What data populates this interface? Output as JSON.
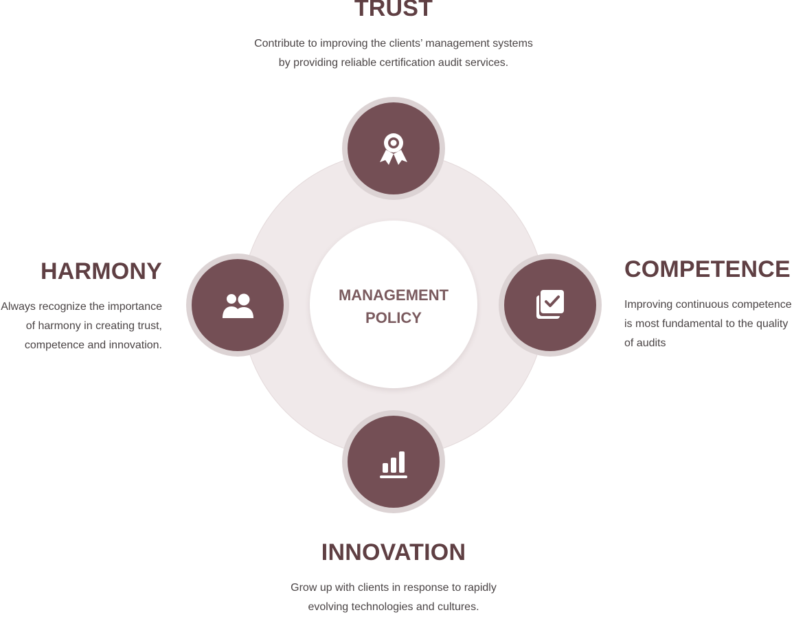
{
  "center": {
    "label_line1": "MANAGEMENT",
    "label_line2": "POLICY"
  },
  "policies": {
    "trust": {
      "title": "TRUST",
      "desc_line1": "Contribute to improving the clients’ management systems",
      "desc_line2": "by providing reliable certification audit services.",
      "icon": "award-ribbon-icon"
    },
    "harmony": {
      "title": "HARMONY",
      "desc_line1": "Always recognize the importance",
      "desc_line2": "of harmony in creating trust,",
      "desc_line3": "competence and innovation.",
      "icon": "users-icon"
    },
    "competence": {
      "title": "COMPETENCE",
      "desc_line1": "Improving continuous competence",
      "desc_line2": "is most fundamental to the quality",
      "desc_line3": "of audits",
      "icon": "checklist-icon"
    },
    "innovation": {
      "title": "INNOVATION",
      "desc_line1": "Grow up with clients in response to rapidly",
      "desc_line2": "evolving technologies and cultures.",
      "icon": "bar-chart-icon"
    }
  },
  "colors": {
    "accent": "#744f55",
    "title": "#5f3f43",
    "ring": "#f0e9ea",
    "node_border": "#dcd3d4",
    "text": "#4a4445"
  }
}
